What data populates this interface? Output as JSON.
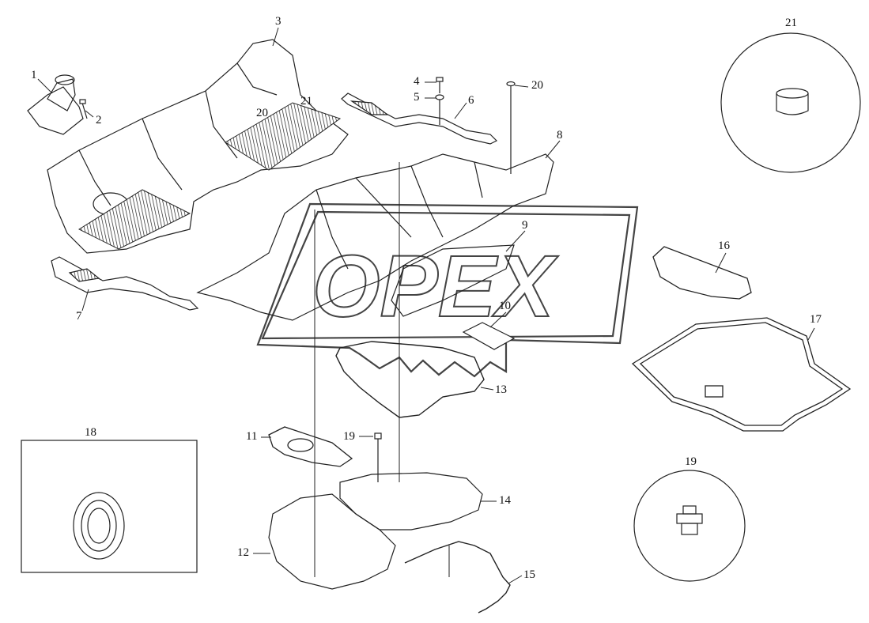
{
  "diagram": {
    "watermark": "OPEX",
    "callouts": {
      "c1": "1",
      "c2": "2",
      "c3": "3",
      "c4": "4",
      "c5": "5",
      "c6": "6",
      "c7": "7",
      "c8": "8",
      "c9": "9",
      "c10": "10",
      "c11": "11",
      "c12": "12",
      "c13": "13",
      "c14": "14",
      "c15": "15",
      "c16": "16",
      "c17": "17",
      "c18": "18",
      "c19a": "19",
      "c19b": "19",
      "c20a": "20",
      "c20b": "20",
      "c21a": "21",
      "c21b": "21"
    }
  }
}
